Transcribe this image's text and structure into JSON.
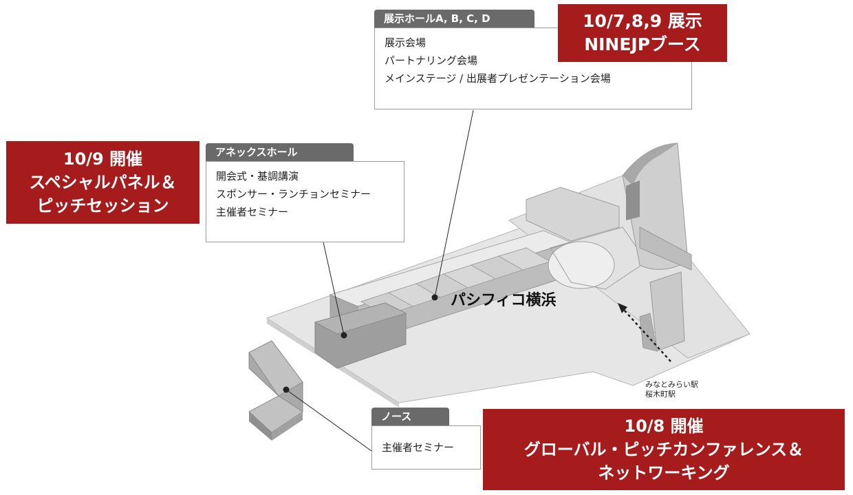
{
  "venue_label": "パシフィコ横浜",
  "station": {
    "line1": "みなとみらい駅",
    "line2": "桜木町駅"
  },
  "exhibit_hall": {
    "tab": "展示ホールA, B, C, D",
    "items": [
      "展示会場",
      "パートナリング会場",
      "メインステージ / 出展者プレゼンテーション会場"
    ]
  },
  "annex_hall": {
    "tab": "アネックスホール",
    "items": [
      "開会式・基調講演",
      "スポンサー・ランチョンセミナー",
      "主催者セミナー"
    ]
  },
  "north": {
    "tab": "ノース",
    "items": [
      "主催者セミナー"
    ]
  },
  "callout_exhibit": {
    "line1": "10/7,8,9 展示",
    "line2": "NINEJPブース"
  },
  "callout_annex": {
    "line1": "10/9 開催",
    "line2": "スペシャルパネル＆",
    "line3": "ピッチセッション"
  },
  "callout_north": {
    "line1": "10/8 開催",
    "line2": "グローバル・ピッチカンファレンス＆",
    "line3": "ネットワーキング"
  },
  "colors": {
    "accent_red": "#a61c1c",
    "tab_gray": "#6a6a6a",
    "ground": "#e4e4e4"
  }
}
